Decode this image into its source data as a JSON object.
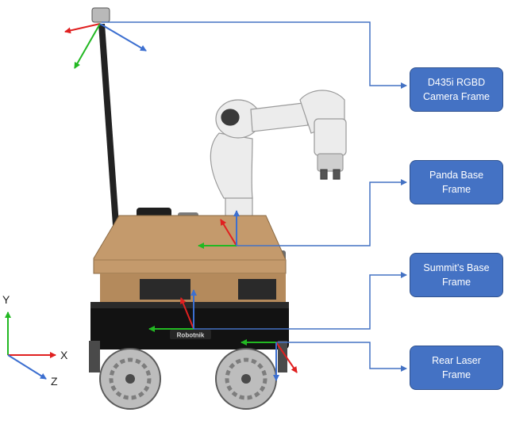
{
  "frames": [
    {
      "line1": "D435i RGBD",
      "line2": "Camera Frame"
    },
    {
      "line1": "Panda Base",
      "line2": "Frame"
    },
    {
      "line1": "Summit’s Base",
      "line2": "Frame"
    },
    {
      "line1": "Rear Laser",
      "line2": "Frame"
    }
  ],
  "legend_axes": {
    "x": "X",
    "y": "Y",
    "z": "Z"
  },
  "colors": {
    "box_fill": "#4472c4",
    "connector": "#4472c4",
    "axis_x": "#e02020",
    "axis_y": "#22b822",
    "axis_z": "#3c6fd0"
  },
  "robot_logo": "Robotnik"
}
